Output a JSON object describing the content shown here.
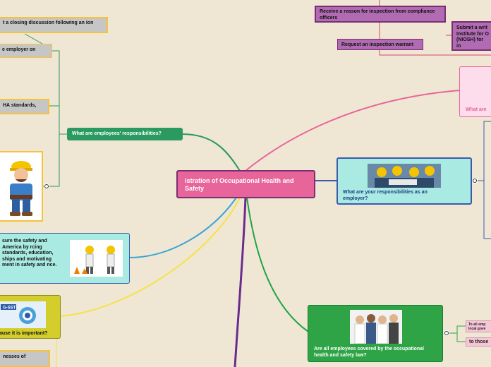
{
  "central": {
    "label": "istration of Occupational Health and Safety"
  },
  "topics": {
    "employees": {
      "label": "What are employees' responsibilities?"
    },
    "employer": {
      "label": "What are your responsibilities as an employer?"
    },
    "covered": {
      "label": "Are all employees covered by the occupational health and safety law?"
    },
    "mission": {
      "label": "sure the safety and America by rcing standards, education, ships and motivating ment in safety and nce."
    },
    "important": {
      "label": "ause it is important?"
    },
    "pink": {
      "label": "What are"
    },
    "illnesses": {
      "label": "nesses of"
    }
  },
  "subtopics": {
    "closing": {
      "label": "t a closing discussion following an ion"
    },
    "employer_on": {
      "label": "e employer on"
    },
    "osha": {
      "label": "HA standards,"
    },
    "reason": {
      "label": "Receive a reason for inspection from compliance officers"
    },
    "warrant": {
      "label": "Request an inspection warrant"
    },
    "niosh": {
      "label": "Submit a writ Institute for O (NIOSH) for in substances in"
    },
    "all_employ": {
      "label": "To all emp local gove"
    },
    "to_those": {
      "label": "to those"
    }
  },
  "images": {
    "worker": "cartoon-construction-worker",
    "team": "construction-team-with-hardhats",
    "safety_figures": "3d-safety-worker-figures",
    "sgsst": "sg-sst-logo",
    "staff": "group-of-professionals"
  },
  "colors": {
    "background": "#efe7d3",
    "central": "#e7659a",
    "teal": "#a9eae2",
    "green_dark": "#2a9a61",
    "green": "#2fa447",
    "yellow": "#d3ce2c",
    "purple": "#b06bb2",
    "gray": "#c6c6c6",
    "pink_light": "#fddcec"
  }
}
